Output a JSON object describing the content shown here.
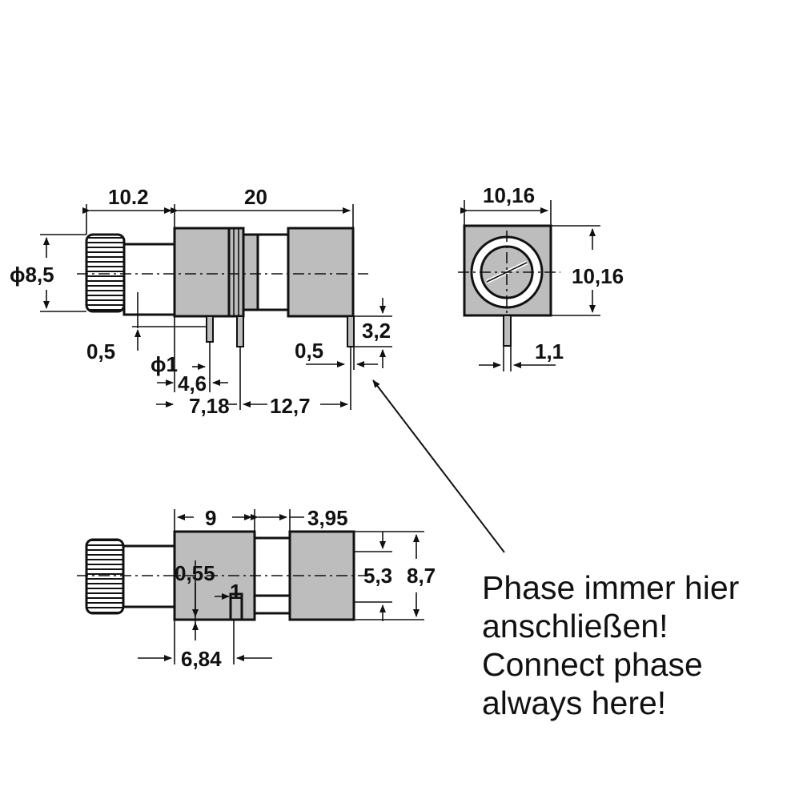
{
  "side_view": {
    "dims": {
      "cap_length": "10.2",
      "body_length": "20",
      "cap_diameter": "ϕ8,5",
      "offset_left": "0,5",
      "pin_diameter": "ϕ1",
      "pin_spacing_a": "4,6",
      "pin_spacing_b": "7,18",
      "pin_spacing_c": "12,7",
      "pin_offset_right": "0,5",
      "pin_height": "3,2"
    }
  },
  "end_view": {
    "dims": {
      "width": "10,16",
      "height": "10,16",
      "pin_width": "1,1"
    }
  },
  "top_view": {
    "dims": {
      "section_a": "9",
      "section_b": "3,95",
      "inner_height": "5,3",
      "outer_height": "8,7",
      "pin_offset": "0,55",
      "pin_width": "1",
      "overall": "6,84"
    }
  },
  "note": {
    "lines": [
      "Phase immer hier",
      "anschließen!",
      "Connect phase",
      "always here!"
    ]
  },
  "colors": {
    "ink": "#111111",
    "body": "#bdbdbd",
    "paper": "#ffffff"
  }
}
